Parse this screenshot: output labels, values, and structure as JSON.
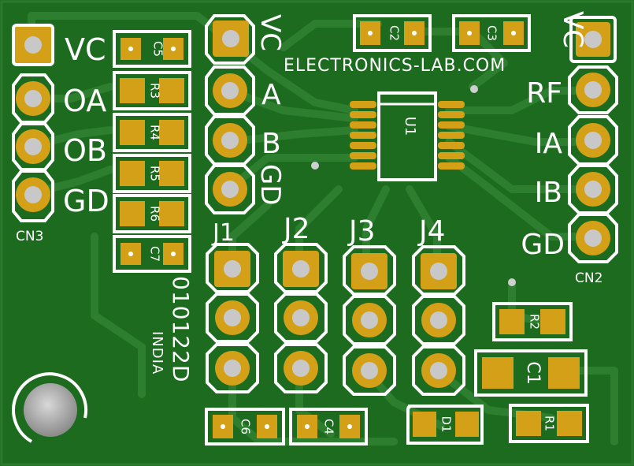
{
  "board": {
    "brand": "ELECTRONICS-LAB.COM",
    "board_id": "010122D",
    "country": "INDIA",
    "colors": {
      "board": "#1c6b1f",
      "trace": "#2d7f2f",
      "silk": "#ffffff",
      "copper": "#d4a017",
      "drill": "#c8c8c8"
    }
  },
  "connectors": {
    "cn3": {
      "name": "CN3",
      "pins": [
        "VC",
        "OA",
        "OB",
        "GD"
      ]
    },
    "cn2": {
      "name": "CN2",
      "pins": [
        "VC",
        "RF",
        "IA",
        "IB",
        "GD"
      ]
    },
    "mid": {
      "pins": [
        "VC",
        "A",
        "B",
        "GD"
      ]
    },
    "jumpers": [
      "J1",
      "J2",
      "J3",
      "J4"
    ]
  },
  "components": {
    "left_column": [
      "C5",
      "R3",
      "R4",
      "R5",
      "R6",
      "C7"
    ],
    "top": [
      "C2",
      "C3"
    ],
    "ic": "U1",
    "bottom": [
      "C6",
      "C4",
      "D1"
    ],
    "right": [
      "R2",
      "C1",
      "R1"
    ]
  }
}
